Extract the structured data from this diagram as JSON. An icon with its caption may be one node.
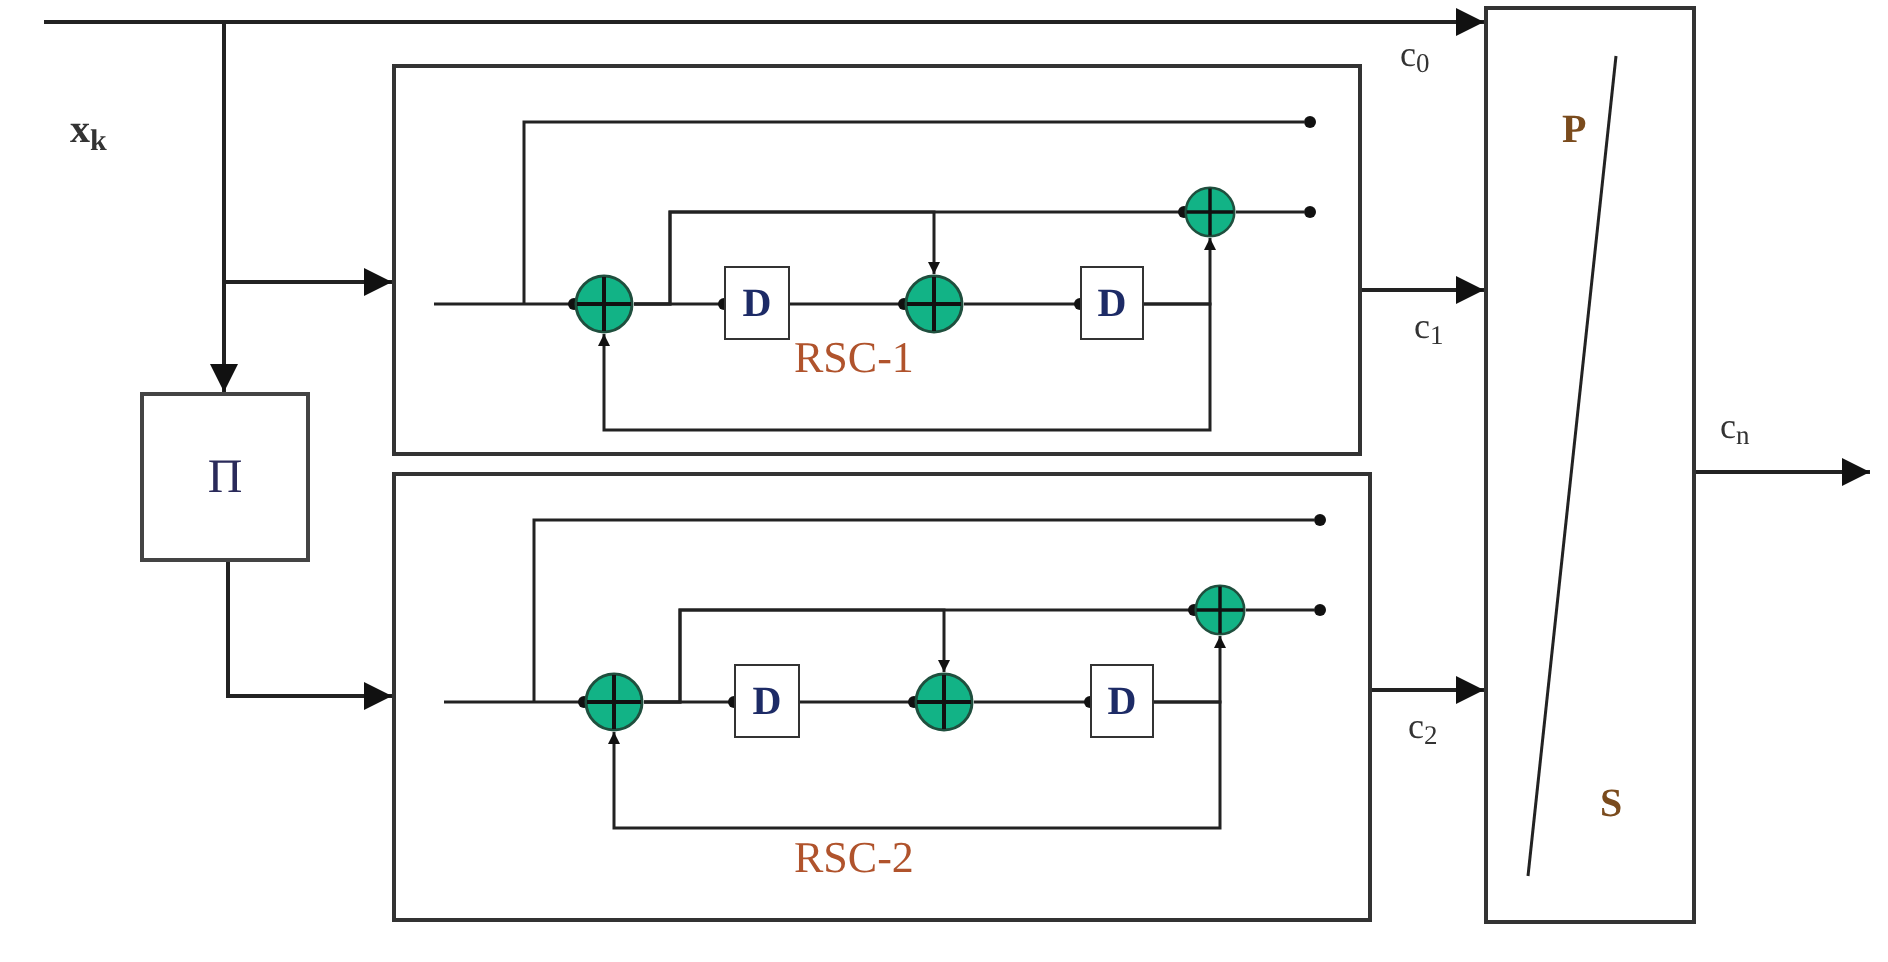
{
  "diagram": {
    "nodes": [
      {
        "text": [
          "RSC-1"
        ]
      },
      {
        "text": [],
        "shape": "circle",
        "in": 0
      },
      {
        "text": [
          "D"
        ],
        "in": 0
      },
      {
        "text": [],
        "shape": "circle",
        "in": 0
      },
      {
        "text": [
          "D"
        ],
        "in": 0
      },
      {
        "text": [],
        "shape": "circle",
        "in": 0
      },
      {
        "text": [
          "Π"
        ]
      },
      {
        "text": [
          "RSC-2"
        ]
      },
      {
        "text": [],
        "shape": "circle",
        "in": 7
      },
      {
        "text": [
          "D"
        ],
        "in": 7
      },
      {
        "text": [],
        "shape": "circle",
        "in": 7
      },
      {
        "text": [
          "D"
        ],
        "in": 7
      },
      {
        "text": [],
        "shape": "circle",
        "in": 7
      },
      {
        "text": [
          "P",
          "S"
        ]
      },
      {
        "text": [],
        "shape": "dot",
        "in": 0
      },
      {
        "text": [],
        "shape": "dot",
        "in": 0
      },
      {
        "text": [],
        "shape": "dot",
        "in": 7
      },
      {
        "text": [],
        "shape": "dot",
        "in": 7
      }
    ],
    "edges": [
      {
        "from": null,
        "to": 13,
        "arrow": "to",
        "label": "c$_{0}$"
      },
      {
        "from": null,
        "to": 0,
        "arrow": "to"
      },
      {
        "from": null,
        "to": 6,
        "arrow": "to"
      },
      {
        "from": 6,
        "to": 7,
        "arrow": "to"
      },
      {
        "from": 0,
        "to": 13,
        "arrow": "to",
        "label": "c$_{1}$"
      },
      {
        "from": 7,
        "to": 13,
        "arrow": "to",
        "label": "c$_{2}$"
      },
      {
        "from": 13,
        "to": null,
        "arrow": "to",
        "label": "c$_{n}$"
      },
      {
        "from": null,
        "to": 1,
        "arrow": "other"
      },
      {
        "from": 1,
        "to": 2,
        "arrow": "other"
      },
      {
        "from": 1,
        "to": 5,
        "arrow": "other"
      },
      {
        "from": 1,
        "to": 3,
        "arrow": "to"
      },
      {
        "from": 2,
        "to": 3,
        "arrow": "other"
      },
      {
        "from": 3,
        "to": 4,
        "arrow": "other"
      },
      {
        "from": 4,
        "to": 5,
        "arrow": "to"
      },
      {
        "from": 4,
        "to": 1,
        "arrow": "to"
      },
      {
        "from": 5,
        "to": 15,
        "arrow": "none"
      },
      {
        "from": null,
        "to": 14,
        "arrow": "none"
      },
      {
        "from": null,
        "to": 8,
        "arrow": "other"
      },
      {
        "from": 8,
        "to": 9,
        "arrow": "other"
      },
      {
        "from": 8,
        "to": 12,
        "arrow": "other"
      },
      {
        "from": 8,
        "to": 10,
        "arrow": "to"
      },
      {
        "from": 9,
        "to": 10,
        "arrow": "other"
      },
      {
        "from": 10,
        "to": 11,
        "arrow": "other"
      },
      {
        "from": 11,
        "to": 12,
        "arrow": "to"
      },
      {
        "from": 11,
        "to": 8,
        "arrow": "to"
      },
      {
        "from": 12,
        "to": 17,
        "arrow": "none"
      },
      {
        "from": null,
        "to": 16,
        "arrow": "none"
      }
    ],
    "labels": [
      "x$_{k}$"
    ]
  }
}
